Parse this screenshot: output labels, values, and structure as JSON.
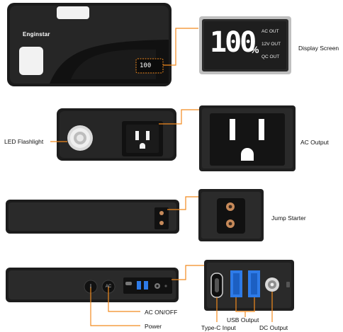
{
  "brand": "Enginstar",
  "display": {
    "percent_value": "100",
    "percent_sign": "%",
    "indicators": [
      "AC OUT",
      "12V OUT",
      "QC OUT"
    ]
  },
  "labels": {
    "display_screen": "Display Screen",
    "led_flashlight": "LED Flashlight",
    "ac_output": "AC Output",
    "jump_starter": "Jump Starter",
    "ac_onoff": "AC ON/OFF",
    "power": "Power",
    "type_c_input": "Type-C Input",
    "usb_output": "USB Output",
    "dc_output": "DC Output"
  },
  "button_glyphs": {
    "power": "I",
    "ac": "AC"
  },
  "colors": {
    "callout": "#f28a1e",
    "device_body": "#1e1e1e",
    "usb_port": "#2e7be8",
    "jump_port": "#c78a5a"
  }
}
